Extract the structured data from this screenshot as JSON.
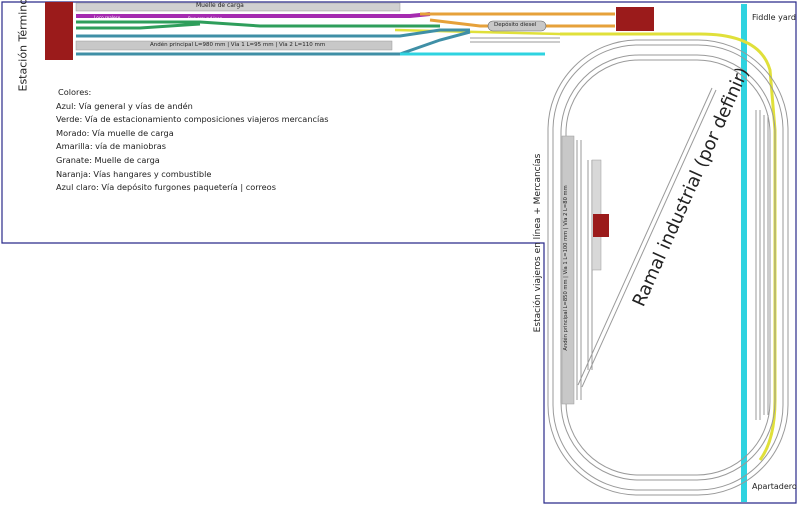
{
  "labels": {
    "terminal_station": "Estación Término",
    "fiddle_yard": "Fiddle yard",
    "apartadero": "Apartadero",
    "line_station": "Estación viajeros en línea + Mercancías",
    "industrial_branch": "Ramal industrial (por definir)",
    "freight_dock": "Muelle de carga",
    "loco_release": "Loco realese",
    "run_around": "Run around loop",
    "diesel_depot": "Depósito diesel",
    "main_platform_top": "Andén principal L=980 mm  |  Vía 1 L=95 mm  |  Vía 2 L=110 mm",
    "main_platform_line": "Andén principal L=850 mm  |  Vía 1 L=100 mm  |  Vía 2 L=80 mm"
  },
  "legend": {
    "title": "Colores:",
    "items": [
      {
        "name": "Azul",
        "text": ": Vía general y vías de andén",
        "color": "#3f8fa6"
      },
      {
        "name": "Verde",
        "text": ": Vía de estacionamiento composiciones viajeros mercancías",
        "color": "#2e9e5b"
      },
      {
        "name": "Morado",
        "text": ": Vía muelle de carga",
        "color": "#a52bb0"
      },
      {
        "name": "Amarilla",
        "text": ": vía de maniobras",
        "color": "#e0e03a"
      },
      {
        "name": "Granate",
        "text": ": Muelle de carga",
        "color": "#9b1b1b"
      },
      {
        "name": "Naranja",
        "text": ": Vías hangares y combustible",
        "color": "#e6a13a"
      },
      {
        "name": "Azul claro",
        "text": ": Vía depósito furgones paquetería | correos",
        "color": "#2fd3e0"
      }
    ]
  },
  "colors": {
    "border": "#2a2a8a",
    "general": "#3f8fa6",
    "parking": "#2e9e5b",
    "dock_track": "#a52bb0",
    "shunting": "#e0e03a",
    "dock_building": "#9b1b1b",
    "hangar": "#e6a13a",
    "light_blue": "#2fd3e0",
    "platform": "#c8c8c8"
  }
}
